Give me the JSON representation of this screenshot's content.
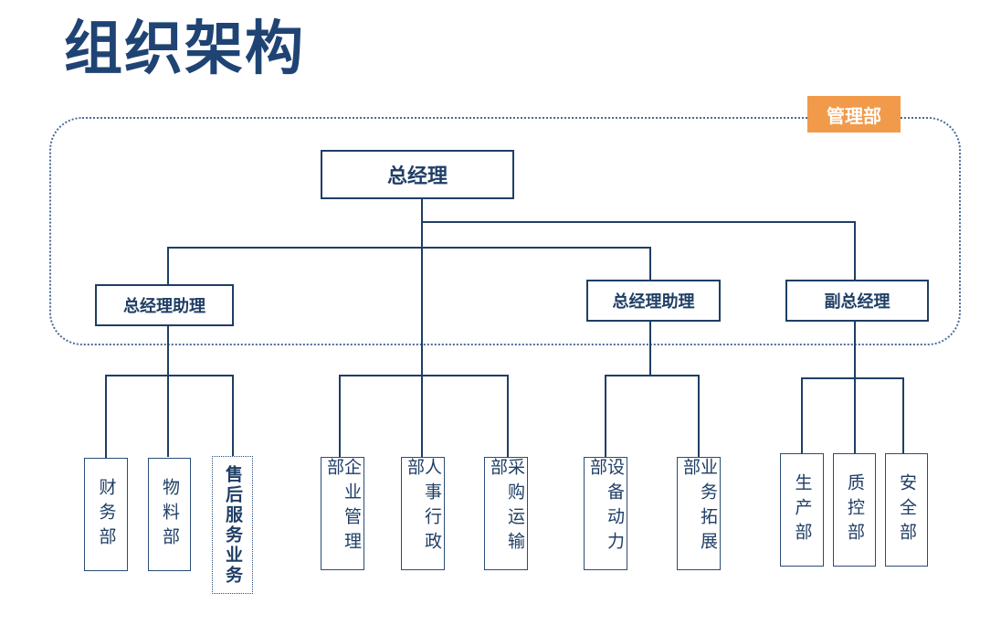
{
  "title": "组织架构",
  "management_tag": "管理部",
  "top": {
    "general_manager": "总经理"
  },
  "mid": {
    "assistant_left": "总经理助理",
    "assistant_right": "总经理助理",
    "deputy_gm": "副总经理"
  },
  "departments": {
    "finance": "财务部",
    "materials": "物料部",
    "after_sales": "售后服务业务",
    "enterprise_mgmt": "企业管理部",
    "hr_admin": "人事行政部",
    "procurement": "采购运输部",
    "equipment_power": "设备动力部",
    "business_dev": "业务拓展部",
    "production": "生产部",
    "quality_control": "质控部",
    "safety": "安全部"
  },
  "colors": {
    "title": "#1f4474",
    "box_border": "#1f3e65",
    "line": "#1f3e65",
    "tag_bg": "#f19a4a",
    "frame": "#4a6c97"
  }
}
